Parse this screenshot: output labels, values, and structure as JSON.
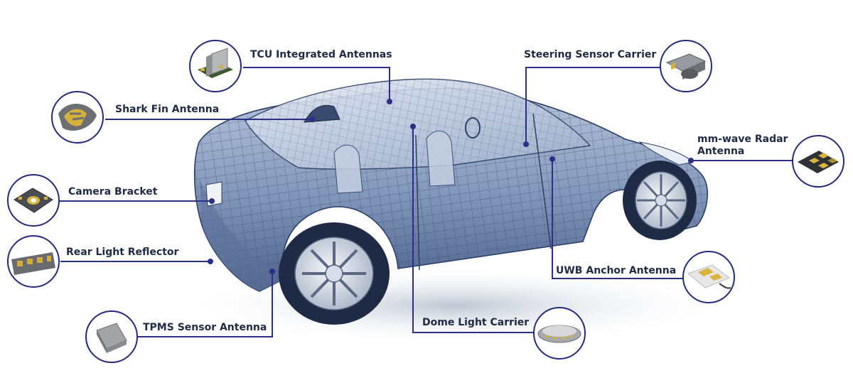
{
  "colors": {
    "leader": "#2b2f86",
    "label_text": "#1f2a44",
    "car_body": "#6f86ad",
    "car_mesh": "#2c3f66",
    "circle_border": "#262a7a",
    "component_gold": "#c9a437"
  },
  "components": [
    {
      "id": "tcu",
      "label": "TCU Integrated Antennas",
      "icon": "tcu-antenna-module-icon"
    },
    {
      "id": "shark",
      "label": "Shark Fin Antenna",
      "icon": "shark-fin-antenna-board-icon"
    },
    {
      "id": "camera",
      "label": "Camera Bracket",
      "icon": "camera-bracket-icon"
    },
    {
      "id": "rearlight",
      "label": "Rear Light Reflector",
      "icon": "rear-light-reflector-icon"
    },
    {
      "id": "tpms",
      "label": "TPMS Sensor Antenna",
      "icon": "tpms-sensor-icon"
    },
    {
      "id": "steering",
      "label": "Steering Sensor Carrier",
      "icon": "steering-sensor-carrier-icon"
    },
    {
      "id": "radar",
      "label": "mm-wave Radar Antenna",
      "icon": "radar-antenna-icon"
    },
    {
      "id": "uwb",
      "label": "UWB Anchor Antenna",
      "icon": "uwb-anchor-antenna-icon"
    },
    {
      "id": "dome",
      "label": "Dome Light Carrier",
      "icon": "dome-light-carrier-icon"
    }
  ]
}
